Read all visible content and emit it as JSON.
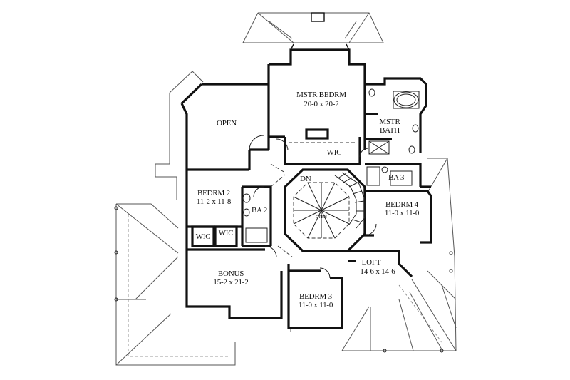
{
  "rooms": {
    "mstr_bedrm": {
      "name": "MSTR BEDRM",
      "size": "20-0 x 20-2"
    },
    "mstr_bath": {
      "name_line1": "MSTR",
      "name_line2": "BATH"
    },
    "open_upper": {
      "name": "OPEN"
    },
    "wic_master": {
      "name": "WIC"
    },
    "bedrm2": {
      "name": "BEDRM 2",
      "size": "11-2 x 11-8"
    },
    "ba2": {
      "name": "BA 2"
    },
    "ba3": {
      "name": "BA 3"
    },
    "bedrm4": {
      "name": "BEDRM 4",
      "size": "11-0 x 11-0"
    },
    "wic_left": {
      "name": "WIC"
    },
    "wic_right": {
      "name": "WIC"
    },
    "open_center": {
      "name": "OPEN"
    },
    "stair": {
      "label": "DN"
    },
    "bonus": {
      "name": "BONUS",
      "size": "15-2 x 21-2"
    },
    "loft": {
      "name": "LOFT",
      "size": "14-6 x 14-6"
    },
    "bedrm3": {
      "name": "BEDRM 3",
      "size": "11-0 x 11-0"
    }
  }
}
